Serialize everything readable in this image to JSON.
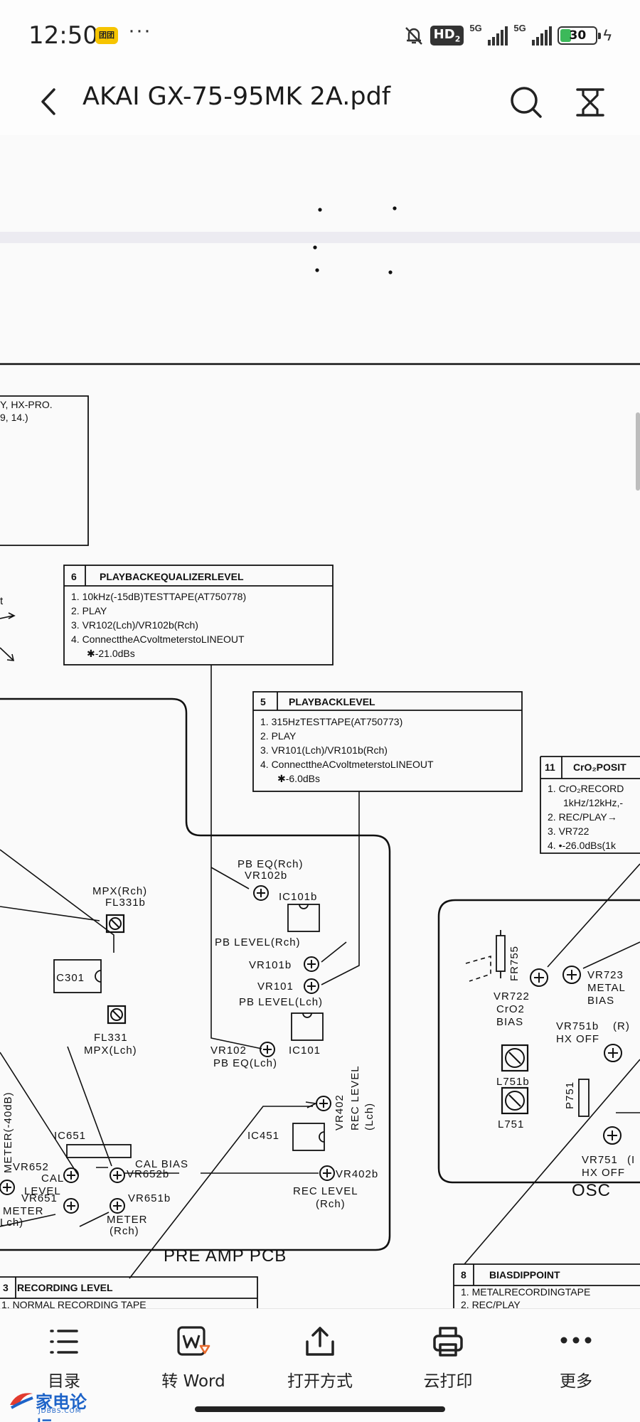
{
  "status_bar": {
    "time": "12:50",
    "app_badge": "团团",
    "more": "···",
    "hd": "HD",
    "hd_sub": "2",
    "signal1_tag": "5G",
    "signal2_tag": "5G",
    "battery_level": "30",
    "battery_fraction": 0.3,
    "battery_color": "#3cb95a"
  },
  "header": {
    "title": "AKAI GX-75-95MK 2A.pdf"
  },
  "schematic": {
    "top_left_box": {
      "line1": "Y, HX-PRO.",
      "line2": "9, 14.)"
    },
    "box6": {
      "num": "6",
      "title": "PLAYBACKEQUALIZERLEVEL",
      "items": [
        "1.  10kHz(-15dB)TESTTAPE(AT750778)",
        "2.  PLAY",
        "3.  VR102(Lch)/VR102b(Rch)",
        "4.  ConnecttheACvoltmeterstoLINEOUT"
      ],
      "note": "✱-21.0dBs"
    },
    "box5": {
      "num": "5",
      "title": "PLAYBACKLEVEL",
      "items": [
        "1.  315HzTESTTAPE(AT750773)",
        "2.  PLAY",
        "3.  VR101(Lch)/VR101b(Rch)",
        "4.  ConnecttheACvoltmeterstoLINEOUT"
      ],
      "note": "✱-6.0dBs"
    },
    "box11": {
      "num": "11",
      "title": "CrO₂POSIT",
      "items": [
        "1.  CrO₂RECORD",
        "1kHz/12kHz,-",
        "2.  REC/PLAY→",
        "3.  VR722",
        "4.  •-26.0dBs(1k"
      ]
    },
    "box3": {
      "num": "3",
      "title": "RECORDING LEVEL",
      "item1": "1.  NORMAL RECORDING TAPE"
    },
    "box8": {
      "num": "8",
      "title": "BIASDIPPOINT",
      "item1": "1.  METALRECORDINGTAPE",
      "item2": "2.  REC/PLAY"
    },
    "labels": {
      "t": "t",
      "pb_eq_rch": "PB EQ(Rch)",
      "vr102b": "VR102b",
      "ic101b": "IC101b",
      "pb_level_rch": "PB LEVEL(Rch)",
      "vr101b": "VR101b",
      "vr101": "VR101",
      "pb_level_lch": "PB LEVEL(Lch)",
      "ic101": "IC101",
      "mpx_rch": "MPX(Rch)",
      "fl331b": "FL331b",
      "ic301": "IC301",
      "fl331": "FL331",
      "mpx_lch": "MPX(Lch)",
      "vr102": "VR102",
      "pb_eq_lch": "PB EQ(Lch)",
      "vr402": "VR402",
      "rec_level_lch_1": "REC LEVEL",
      "rec_level_lch_2": "(Lch)",
      "ic451": "IC451",
      "vr402b": "VR402b",
      "rec_level_rch_1": "REC LEVEL",
      "rec_level_rch_2": "(Rch)",
      "meter_40db": "METER(-40dB)",
      "ic651": "IC651",
      "vr652": "VR652",
      "cal_level_1": "CAL",
      "cal_level_2": "LEVEL",
      "cal_bias": "CAL BIAS",
      "vr652b": "VR652b",
      "vr651": "VR651",
      "meter_lch_1": "METER",
      "meter_lch_2": "Lch)",
      "vr651b": "VR651b",
      "meter_rch_1": "METER",
      "meter_rch_2": "(Rch)",
      "pre_amp_pcb": "PRE  AMP  PCB",
      "fr755": "FR755",
      "vr722": "VR722",
      "cro2_bias_1": "CrO2",
      "cro2_bias_2": "BIAS",
      "vr723": "VR723",
      "metal_bias_1": "METAL",
      "metal_bias_2": "BIAS",
      "vr751b": "VR751b",
      "vr751b_r": "(R)",
      "hx_off_1": "HX  OFF",
      "l751b": "L751b",
      "l751": "L751",
      "p751": "P751",
      "vr751": "VR751",
      "vr751_r": "(I",
      "hx_off_2": "HX  OFF",
      "osc": "OSC"
    }
  },
  "toolbar": {
    "items": [
      {
        "label": "目录",
        "icon": "list-icon"
      },
      {
        "label": "转 Word",
        "icon": "word-convert-icon"
      },
      {
        "label": "打开方式",
        "icon": "share-icon"
      },
      {
        "label": "云打印",
        "icon": "printer-icon"
      },
      {
        "label": "更多",
        "icon": "more-dots-icon"
      }
    ]
  },
  "watermark": {
    "main": "家电论坛",
    "sub": "JDBBS.COM"
  },
  "colors": {
    "accent_word": "#e86a2e",
    "watermark": "#1d63c8"
  }
}
